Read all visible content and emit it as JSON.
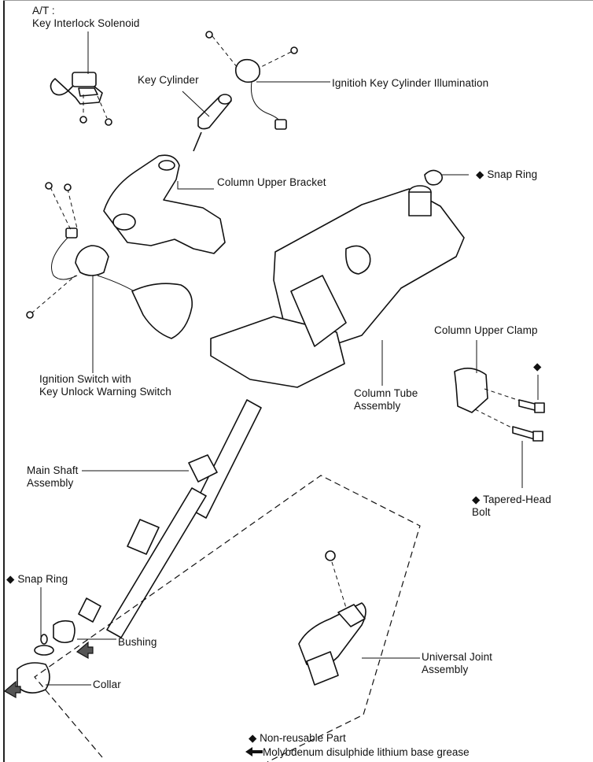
{
  "labels": {
    "key_interlock": "A/T :\nKey Interlock Solenoid",
    "key_cylinder": "Key Cylinder",
    "illumination": "Ignitioh Key Cylinder Illumination",
    "column_upper_bracket": "Column Upper Bracket",
    "snap_ring_top": "◆ Snap Ring",
    "column_upper_clamp": "Column Upper Clamp",
    "diamond_clamp": "◆",
    "ignition_switch": "Ignition Switch with\nKey Unlock Warning Switch",
    "column_tube": "Column Tube\nAssembly",
    "main_shaft": "Main Shaft\nAssembly",
    "tapered_bolt": "◆ Tapered-Head\nBolt",
    "snap_ring_bottom": "◆ Snap Ring",
    "bushing": "Bushing",
    "universal_joint": "Universal Joint\nAssembly",
    "collar": "Collar"
  },
  "legend": {
    "non_reusable": "◆ Non-reusable Part",
    "grease": "Molybdenum disulphide lithium base grease"
  },
  "colors": {
    "ink": "#111111",
    "paper": "#ffffff"
  }
}
